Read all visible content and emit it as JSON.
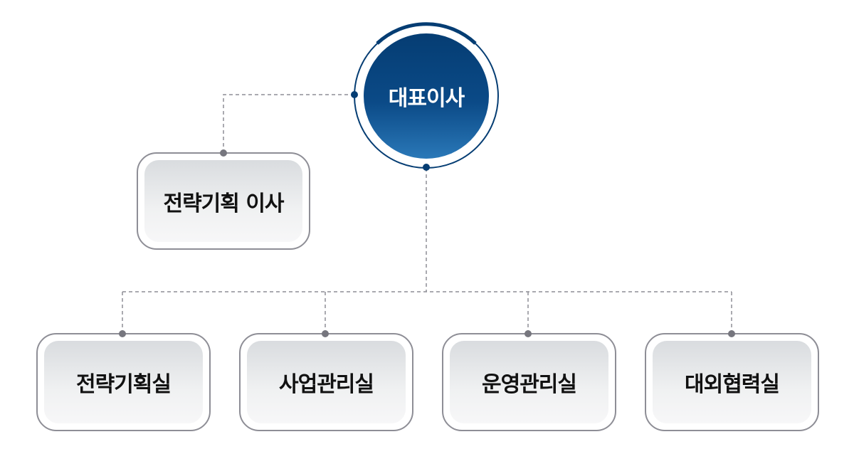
{
  "chart_data": {
    "type": "org-chart",
    "root": {
      "label": "대표이사",
      "children": [
        {
          "label": "전략기획 이사",
          "relation": "staff"
        },
        {
          "label": "전략기획실"
        },
        {
          "label": "사업관리실"
        },
        {
          "label": "운영관리실"
        },
        {
          "label": "대외협력실"
        }
      ]
    }
  },
  "ceo": {
    "label": "대표이사"
  },
  "staff": {
    "label": "전략기획 이사"
  },
  "departments": [
    {
      "label": "전략기획실"
    },
    {
      "label": "사업관리실"
    },
    {
      "label": "운영관리실"
    },
    {
      "label": "대외협력실"
    }
  ],
  "colors": {
    "primary": "#053d73",
    "accent": "#2a78b8",
    "connector": "#8e8e96",
    "node_dot": "#76767e"
  }
}
